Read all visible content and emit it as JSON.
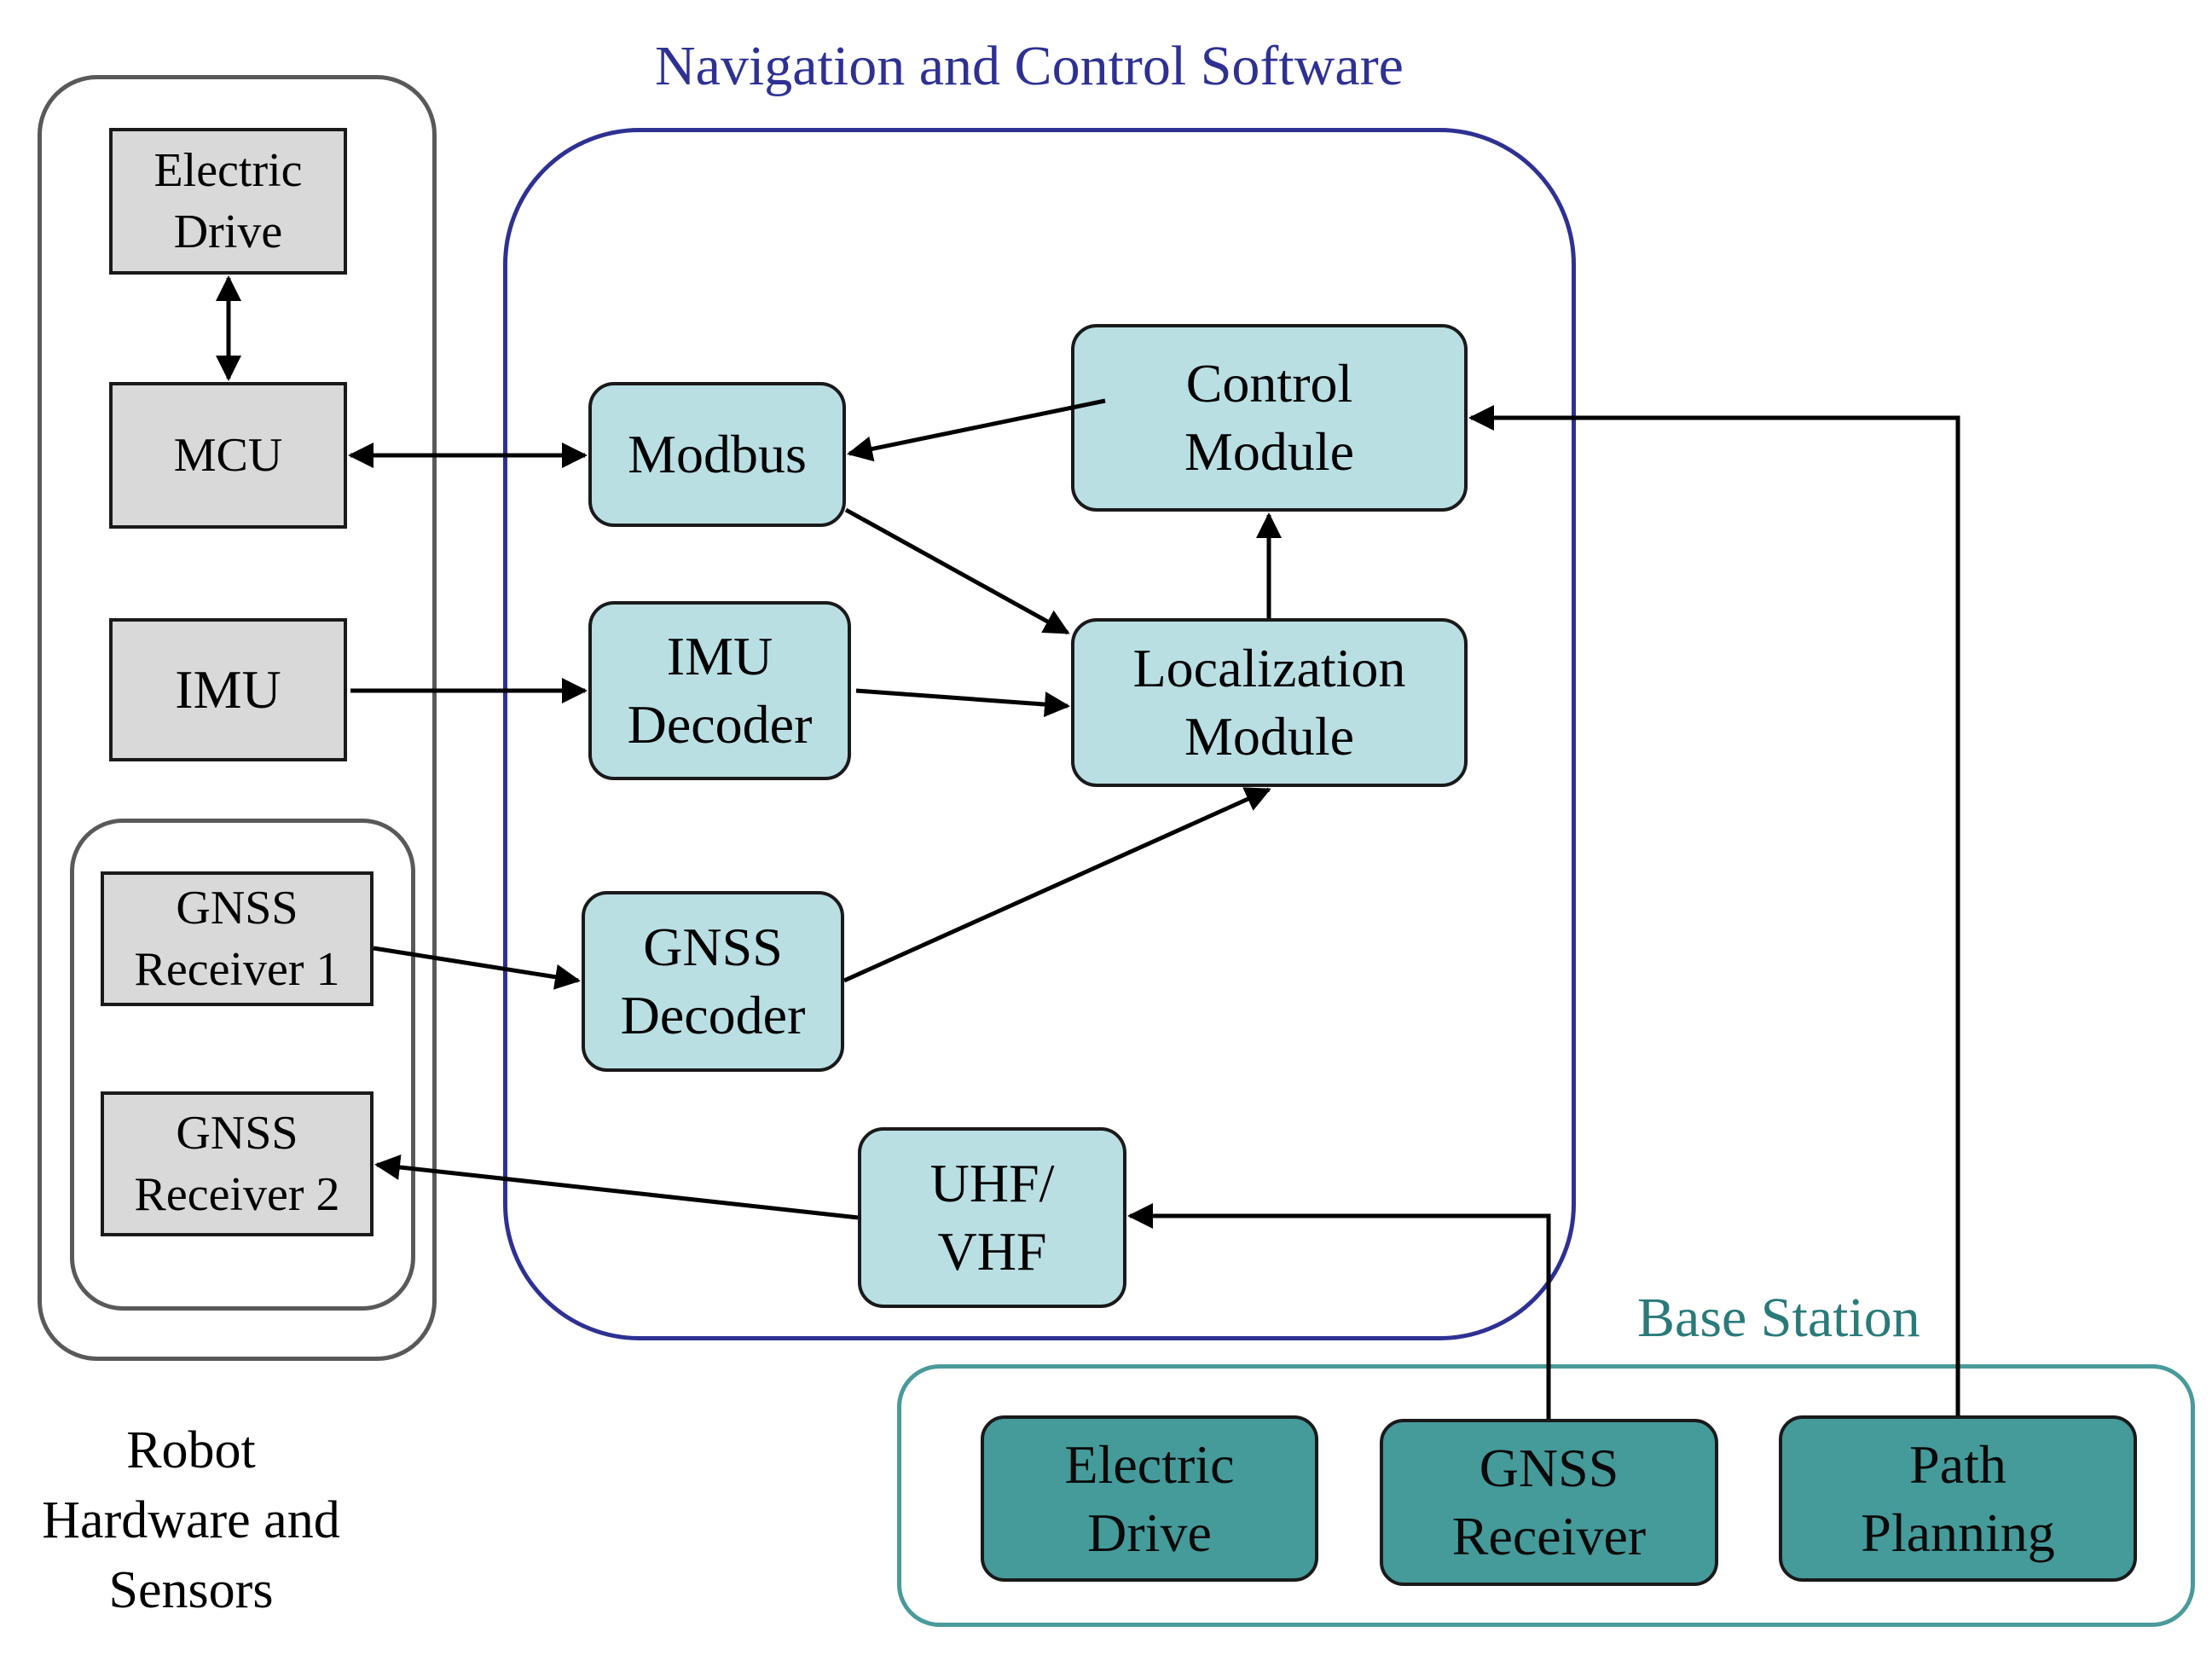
{
  "groups": {
    "navigation": "Navigation and Control Software",
    "base_station": "Base Station",
    "robot": "Robot\nHardware and\nSensors"
  },
  "robot_hardware": {
    "electric_drive": "Electric\nDrive",
    "mcu": "MCU",
    "imu": "IMU",
    "gnss_receiver_1": "GNSS\nReceiver 1",
    "gnss_receiver_2": "GNSS\nReceiver 2"
  },
  "software": {
    "modbus": "Modbus",
    "imu_decoder": "IMU\nDecoder",
    "gnss_decoder": "GNSS\nDecoder",
    "uhf_vhf": "UHF/\nVHF",
    "control_module": "Control\nModule",
    "localization_module": "Localization\nModule"
  },
  "base_station": {
    "electric_drive": "Electric\nDrive",
    "gnss_receiver": "GNSS\nReceiver",
    "path_planning": "Path\nPlanning"
  },
  "colors": {
    "hardware_fill": "#d9d9d9",
    "software_fill": "#b9dfe3",
    "base_fill": "#459a9a",
    "navigation_border": "#2e3192",
    "base_border": "#4a9a9a",
    "robot_border": "#595959"
  },
  "connections": [
    {
      "from": "Electric Drive",
      "to": "MCU",
      "bidirectional": true
    },
    {
      "from": "MCU",
      "to": "Modbus",
      "bidirectional": true
    },
    {
      "from": "Control Module",
      "to": "Modbus"
    },
    {
      "from": "Modbus",
      "to": "Localization Module"
    },
    {
      "from": "IMU",
      "to": "IMU Decoder"
    },
    {
      "from": "IMU Decoder",
      "to": "Localization Module"
    },
    {
      "from": "GNSS Decoder",
      "to": "Localization Module"
    },
    {
      "from": "Localization Module",
      "to": "Control Module"
    },
    {
      "from": "GNSS Receiver 1",
      "to": "GNSS Decoder"
    },
    {
      "from": "UHF/VHF",
      "to": "GNSS Receiver 2"
    },
    {
      "from": "Base GNSS Receiver",
      "to": "UHF/VHF"
    },
    {
      "from": "Path Planning",
      "to": "Control Module"
    }
  ]
}
